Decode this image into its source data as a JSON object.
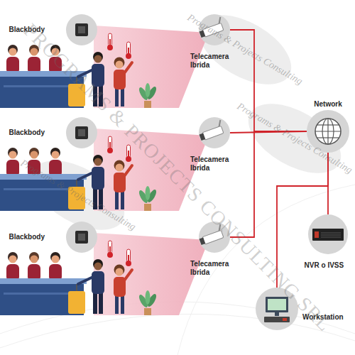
{
  "diagram": {
    "nodes": [
      {
        "text": [
          "Blackbody"
        ]
      },
      {
        "text": [
          "Telecamera Ibrida"
        ]
      },
      {
        "text": [
          "Blackbody"
        ]
      },
      {
        "text": [
          "Telecamera Ibrida"
        ]
      },
      {
        "text": [
          "Blackbody"
        ]
      },
      {
        "text": [
          "Telecamera Ibrida"
        ]
      },
      {
        "text": [
          "Network"
        ]
      },
      {
        "text": [
          "NVR o IVSS"
        ]
      },
      {
        "text": [
          "Workstation"
        ]
      }
    ],
    "edges": [
      {
        "from": 1,
        "to": 6,
        "arrow": "none"
      },
      {
        "from": 3,
        "to": 6,
        "arrow": "none"
      },
      {
        "from": 5,
        "to": 6,
        "arrow": "none"
      },
      {
        "from": 6,
        "to": 7,
        "arrow": "none"
      },
      {
        "from": 6,
        "to": 8,
        "arrow": "none"
      }
    ],
    "labels": [
      "PROGRAMS & PROJECTS CONSULTING SRL",
      "Programs & Projects Consulting",
      "Programs & Projects Consulting",
      "Programs & Projects Consulting"
    ]
  }
}
